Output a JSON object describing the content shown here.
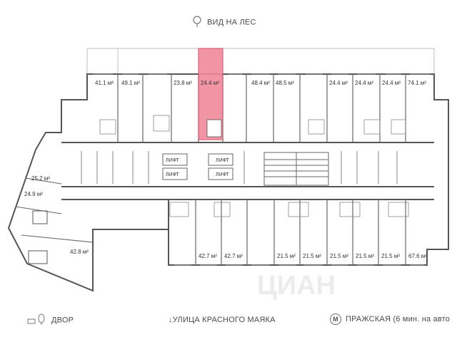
{
  "captions": {
    "top": "ВИД НА ЛЕС",
    "yard": "ДВОР",
    "street": "УЛИЦА КРАСНОГО МАЯКА",
    "metro_letter": "М",
    "metro": "ПРАЖСКАЯ (6 мин. на авто"
  },
  "icons": {
    "top": "tree-icon",
    "yard": "playground-icon",
    "street": "arrow-down-icon",
    "metro": "metro-icon"
  },
  "lifts": [
    "ЛИФТ",
    "ЛИФТ",
    "ЛИФТ",
    "ЛИФТ"
  ],
  "north_units": [
    {
      "area": "41.1 м²",
      "highlighted": false
    },
    {
      "area": "49.1 м²",
      "highlighted": false
    },
    {
      "area": "23.8 м²",
      "highlighted": false
    },
    {
      "area": "24.4 м²",
      "highlighted": true
    },
    {
      "area": "48.4 м²",
      "highlighted": false
    },
    {
      "area": "48.5 м²",
      "highlighted": false
    },
    {
      "area": "24.4 м²",
      "highlighted": false
    },
    {
      "area": "24.4 м²",
      "highlighted": false
    },
    {
      "area": "24.4 м²",
      "highlighted": false
    },
    {
      "area": "74.1 м²",
      "highlighted": false
    }
  ],
  "south_units": [
    {
      "area": "42.7 м²"
    },
    {
      "area": "42.7 м²"
    },
    {
      "area": "21.5 м²"
    },
    {
      "area": "21.5 м²"
    },
    {
      "area": "21.5 м²"
    },
    {
      "area": "21.5 м²"
    },
    {
      "area": "21.5 м²"
    },
    {
      "area": "67.6 м²"
    }
  ],
  "west_units": [
    {
      "area": "25.2 м²"
    },
    {
      "area": "24.9 м²"
    },
    {
      "area": "42.8 м²"
    }
  ],
  "colors": {
    "highlight_fill": "#f08a9c",
    "highlight_stroke": "#d9546c",
    "wall": "#555555",
    "thin": "#9a9a9a"
  },
  "watermark": "ЦИАН"
}
